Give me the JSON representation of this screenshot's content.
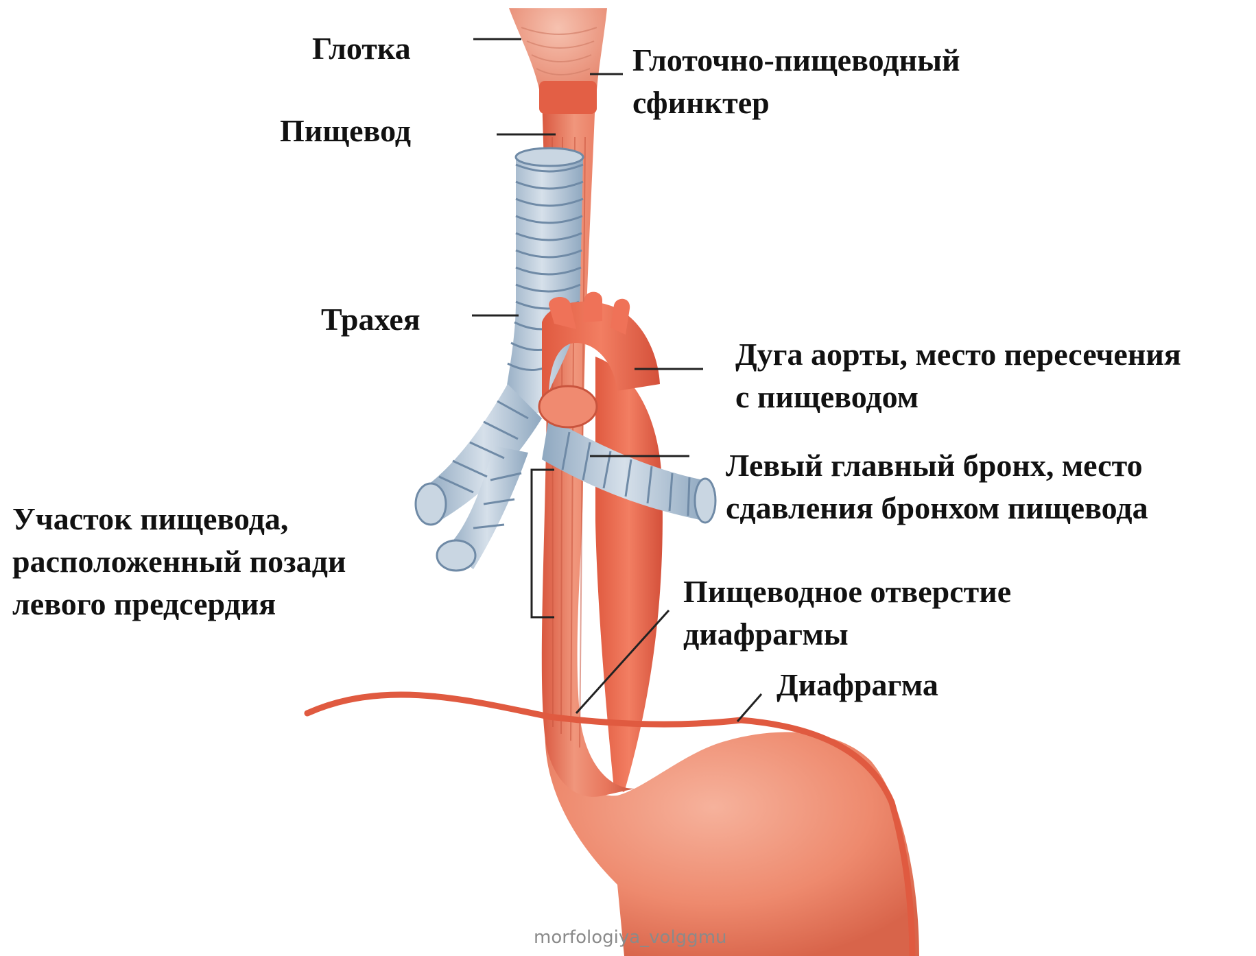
{
  "labels": {
    "pharynx": "Глотка",
    "sphincter": [
      "Глоточно-пищеводный",
      "сфинктер"
    ],
    "esophagus": "Пищевод",
    "trachea": "Трахея",
    "aortic_arch": [
      "Дуга аорты, место пересечения",
      "с пищеводом"
    ],
    "left_bronchus": [
      "Левый главный бронх, место",
      "сдавления бронхом пищевода"
    ],
    "retrocardiac": [
      "Участок пищевода,",
      "расположенный позади",
      "левого предсердия"
    ],
    "hiatus": [
      "Пищеводное отверстие",
      "диафрагмы"
    ],
    "diaphragm": "Диафрагма"
  },
  "watermark": "morfologiya_volggmu",
  "colors": {
    "muscle": "#e8765c",
    "muscle_dark": "#c9543d",
    "muscle_light": "#f2a48c",
    "aorta": "#ef6a4f",
    "cartilage": "#b8c8d8",
    "cartilage_dark": "#7f99b3",
    "text": "#111111",
    "leader": "#222222"
  }
}
